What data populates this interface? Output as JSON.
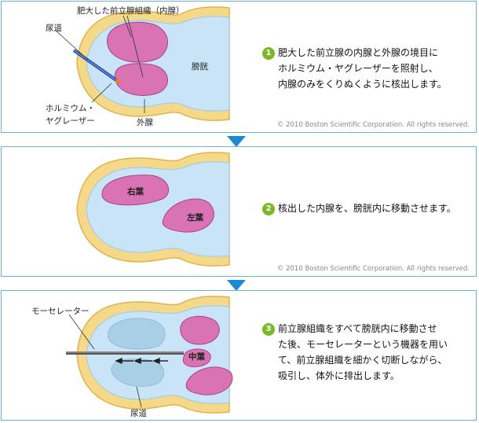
{
  "panel1": {
    "labels": {
      "enlarged": "肥大した前立腺組織（内腺）",
      "urethra": "尿道",
      "bladder": "膀胱",
      "laser_l1": "ホルミウム・",
      "laser_l2": "ヤグレーザー",
      "outer": "外腺"
    },
    "step": "1",
    "lines": [
      "肥大した前立腺の内腺と外腺の境目に",
      "ホルミウム・ヤグレーザーを照射し、",
      "内腺のみをくりぬくように核出します。"
    ],
    "copyright": "© 2010 Boston Scientific Corporation. All rights reserved."
  },
  "panel2": {
    "labels": {
      "right_lobe": "右葉",
      "left_lobe": "左葉"
    },
    "step": "2",
    "lines": [
      "核出した内腺を、膀胱内に移動させます。"
    ],
    "copyright": "© 2010 Boston Scientific Corporation. All rights reserved."
  },
  "panel3": {
    "labels": {
      "morcellator": "モーセレーター",
      "middle_lobe": "中葉",
      "urethra": "尿道"
    },
    "step": "3",
    "lines": [
      "前立腺組織をすべて膀胱内に移動させ",
      "た後、モーセレーターという機器を用い",
      "て、前立腺組織を細かく切断しながら、",
      "吸引し、体外に排出します。"
    ]
  },
  "colors": {
    "border": "#6fb1da",
    "arrow": "#1a8ad4",
    "step": "#7ab829",
    "tissue": "#d973b4",
    "bladder": "#c8e4f6",
    "wall": "#f5d98a"
  }
}
